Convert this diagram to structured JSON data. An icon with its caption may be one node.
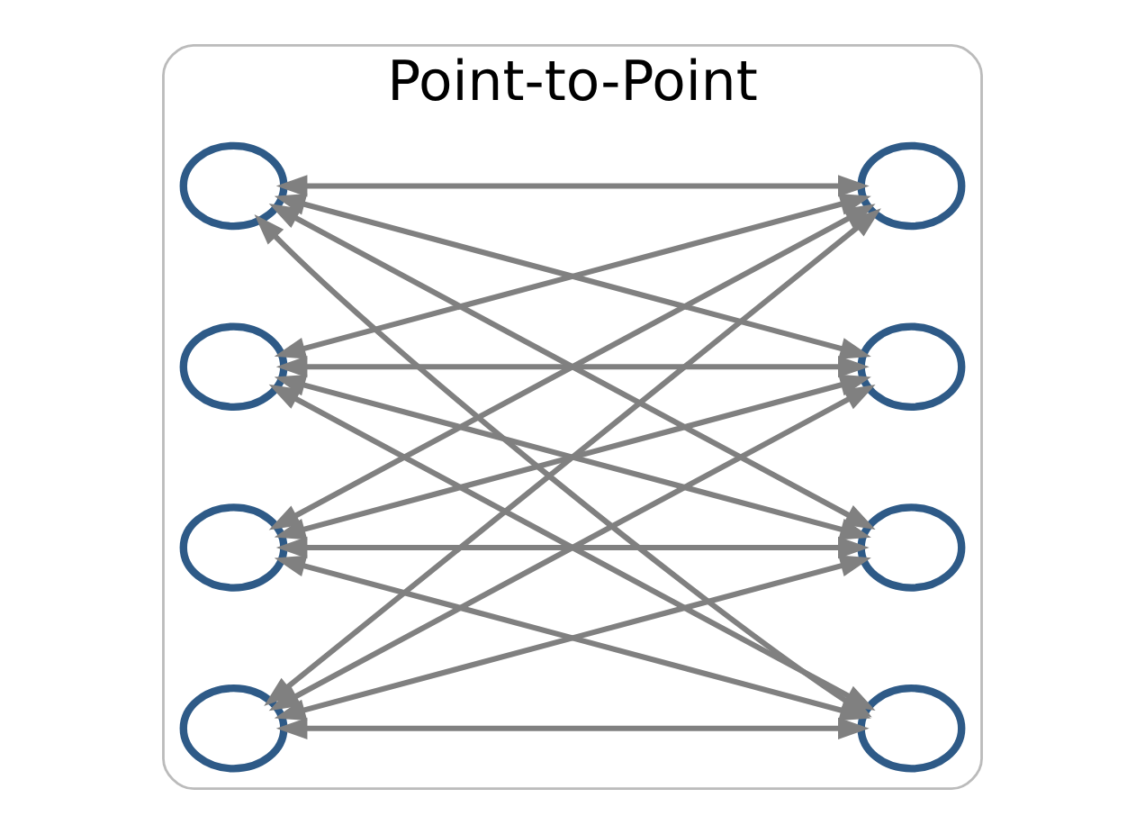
{
  "diagram": {
    "nodes": [
      {
        "text": [
          "Point-to-Point"
        ]
      },
      {
        "text": [],
        "shape": "circle",
        "in": 0
      },
      {
        "text": [],
        "shape": "circle",
        "in": 0
      },
      {
        "text": [],
        "shape": "circle",
        "in": 0
      },
      {
        "text": [],
        "shape": "circle",
        "in": 0
      },
      {
        "text": [],
        "shape": "circle",
        "in": 0
      },
      {
        "text": [],
        "shape": "circle",
        "in": 0
      },
      {
        "text": [],
        "shape": "circle",
        "in": 0
      },
      {
        "text": [],
        "shape": "circle",
        "in": 0
      }
    ],
    "edges": [
      {
        "from": 1,
        "to": 2,
        "arrow": "both"
      },
      {
        "from": 1,
        "to": 4,
        "arrow": "both"
      },
      {
        "from": 1,
        "to": 6,
        "arrow": "both"
      },
      {
        "from": 1,
        "to": 8,
        "arrow": "both"
      },
      {
        "from": 3,
        "to": 2,
        "arrow": "both"
      },
      {
        "from": 3,
        "to": 4,
        "arrow": "both"
      },
      {
        "from": 3,
        "to": 6,
        "arrow": "both"
      },
      {
        "from": 3,
        "to": 8,
        "arrow": "both"
      },
      {
        "from": 5,
        "to": 2,
        "arrow": "both"
      },
      {
        "from": 5,
        "to": 4,
        "arrow": "both"
      },
      {
        "from": 5,
        "to": 6,
        "arrow": "both"
      },
      {
        "from": 5,
        "to": 8,
        "arrow": "both"
      },
      {
        "from": 7,
        "to": 2,
        "arrow": "both"
      },
      {
        "from": 7,
        "to": 4,
        "arrow": "both"
      },
      {
        "from": 7,
        "to": 6,
        "arrow": "both"
      },
      {
        "from": 7,
        "to": 8,
        "arrow": "both"
      }
    ]
  }
}
